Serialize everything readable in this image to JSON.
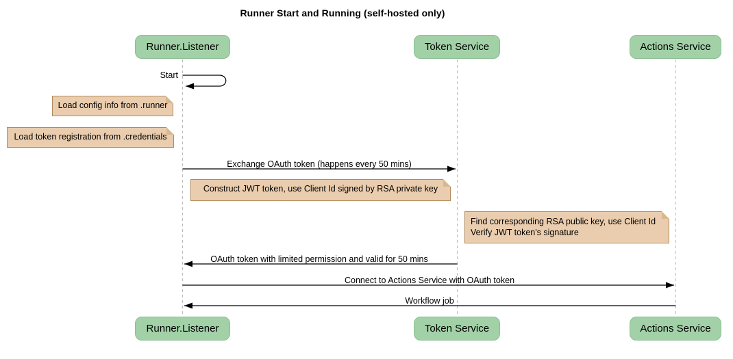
{
  "title": "Runner Start and Running (self-hosted only)",
  "diagram_type": "sequence",
  "actors": [
    {
      "name": "Runner.Listener"
    },
    {
      "name": "Token Service"
    },
    {
      "name": "Actions Service"
    }
  ],
  "messages": [
    {
      "label": "Start",
      "from": "Runner.Listener",
      "to": "Runner.Listener",
      "kind": "self-message"
    },
    {
      "label": "Exchange OAuth token (happens every 50 mins)",
      "from": "Runner.Listener",
      "to": "Token Service",
      "kind": "arrow-right"
    },
    {
      "label": "OAuth token with limited permission and valid for 50 mins",
      "from": "Token Service",
      "to": "Runner.Listener",
      "kind": "arrow-left"
    },
    {
      "label": "Connect to Actions Service with OAuth token",
      "from": "Runner.Listener",
      "to": "Actions Service",
      "kind": "arrow-right"
    },
    {
      "label": "Workflow job",
      "from": "Actions Service",
      "to": "Runner.Listener",
      "kind": "arrow-left"
    }
  ],
  "notes": [
    {
      "lines": [
        "Load config info from .runner"
      ],
      "placement": "left of Runner.Listener"
    },
    {
      "lines": [
        "Load token registration from .credentials"
      ],
      "placement": "left of Runner.Listener"
    },
    {
      "lines": [
        "Construct JWT token, use Client Id signed by RSA private key"
      ],
      "placement": "over Runner.Listener / Token Service"
    },
    {
      "lines": [
        "Find corresponding RSA public key, use Client Id",
        "Verify JWT token's signature"
      ],
      "placement": "over Token Service / Actions Service"
    }
  ],
  "colors": {
    "actor_fill": "#a2d1a7",
    "actor_border": "#8cbd93",
    "note_fill": "#eacdae",
    "note_border": "#ae8a5c",
    "lifeline": "#bbbbbb",
    "arrow": "#000000",
    "background": "#ffffff"
  }
}
